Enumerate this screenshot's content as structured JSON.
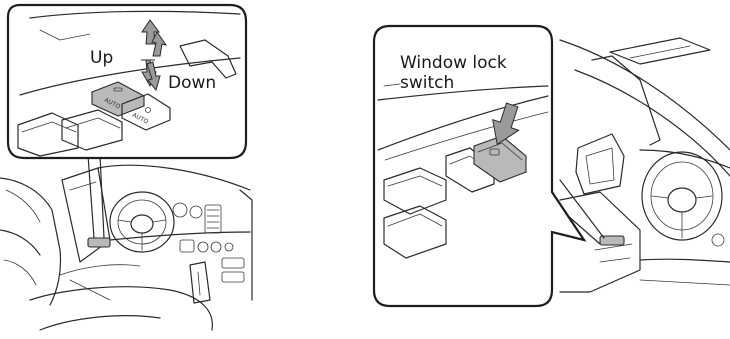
{
  "left_panel": {
    "label_up": "Up",
    "label_down": "Down",
    "switch_label_auto": "AUTO"
  },
  "right_panel": {
    "label_line1": "Window lock",
    "label_line2": "switch"
  },
  "colors": {
    "line": "#2b2b2b",
    "highlight_gray": "#b9b9b9",
    "arrow_gray": "#9a9a9a",
    "background": "#ffffff"
  }
}
